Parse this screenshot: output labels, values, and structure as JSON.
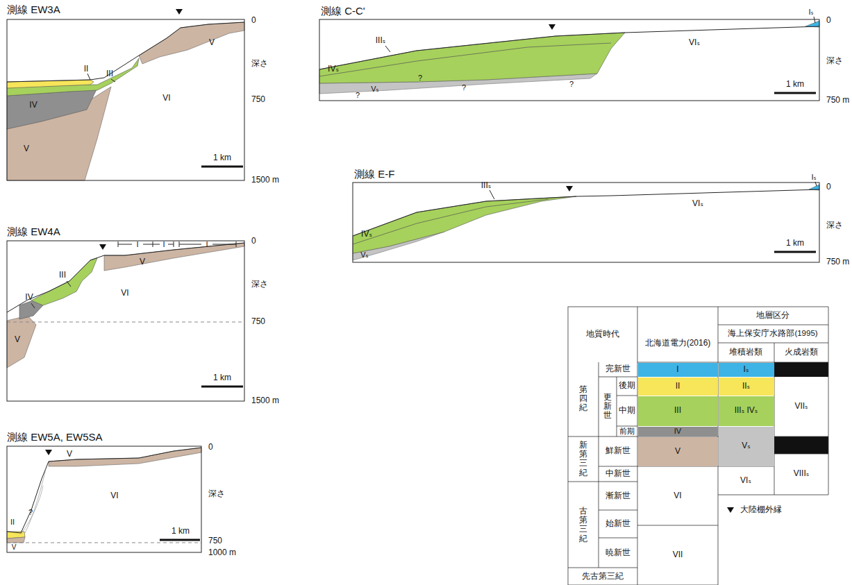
{
  "diagram": {
    "labels": [
      "測線 EW3A",
      "0",
      "深さ",
      "750",
      "1500 m",
      "1 km",
      "V",
      "II",
      "III",
      "IV",
      "V",
      "VI",
      "測線 EW4A",
      "0",
      "深さ",
      "750",
      "1500 m",
      "1 km",
      "I",
      "I",
      "I",
      "V",
      "III",
      "VI",
      "IV",
      "V",
      "測線 EW5A, EW5SA",
      "0",
      "深さ",
      "750",
      "1000 m",
      "1 km",
      "V",
      "VI",
      "II",
      "?",
      "V",
      "測線 C-C'",
      "Iₛ",
      "0",
      "IIIₛ",
      "VIₛ",
      "深さ",
      "IVₛ",
      "?",
      "?",
      "?",
      "Vₛ",
      "?",
      "1 km",
      "750 m",
      "測線 E-F",
      "Iₛ",
      "0",
      "IIIₛ",
      "VIₛ",
      "深さ",
      "IVₛ",
      "Vₛ",
      "1 km",
      "750 m",
      "地層区分",
      "地質時代",
      "北海道電力(2016)",
      "海上保安庁水路部(1995)",
      "堆積岩類",
      "火成岩類",
      "第四紀",
      "完新世",
      "更新世",
      "後期",
      "中期",
      "前期",
      "新第三紀",
      "鮮新世",
      "中新世",
      "古第三紀",
      "漸新世",
      "始新世",
      "暁新世",
      "先古第三紀",
      "VI",
      "VII",
      "VIₛ",
      "VIIₛ",
      "VIIIₛ"
    ],
    "legend": [
      {
        "text": "I",
        "color": "#3db4e5"
      },
      {
        "text": "II",
        "color": "#f7e55a"
      },
      {
        "text": "III",
        "color": "#a6d15c"
      },
      {
        "text": "IV",
        "color": "#8f8f8f"
      },
      {
        "text": "V",
        "color": "#cdb5a3"
      },
      {
        "text": "Iₛ",
        "color": "#3db4e5"
      },
      {
        "text": "IIₛ",
        "color": "#f7e55a"
      },
      {
        "text": "IIIₛ IVₛ",
        "color": "#a6d15c"
      },
      {
        "text": "Vₛ",
        "color": "#c4c4c4"
      },
      {
        "text": "大陸棚外縁"
      }
    ]
  }
}
